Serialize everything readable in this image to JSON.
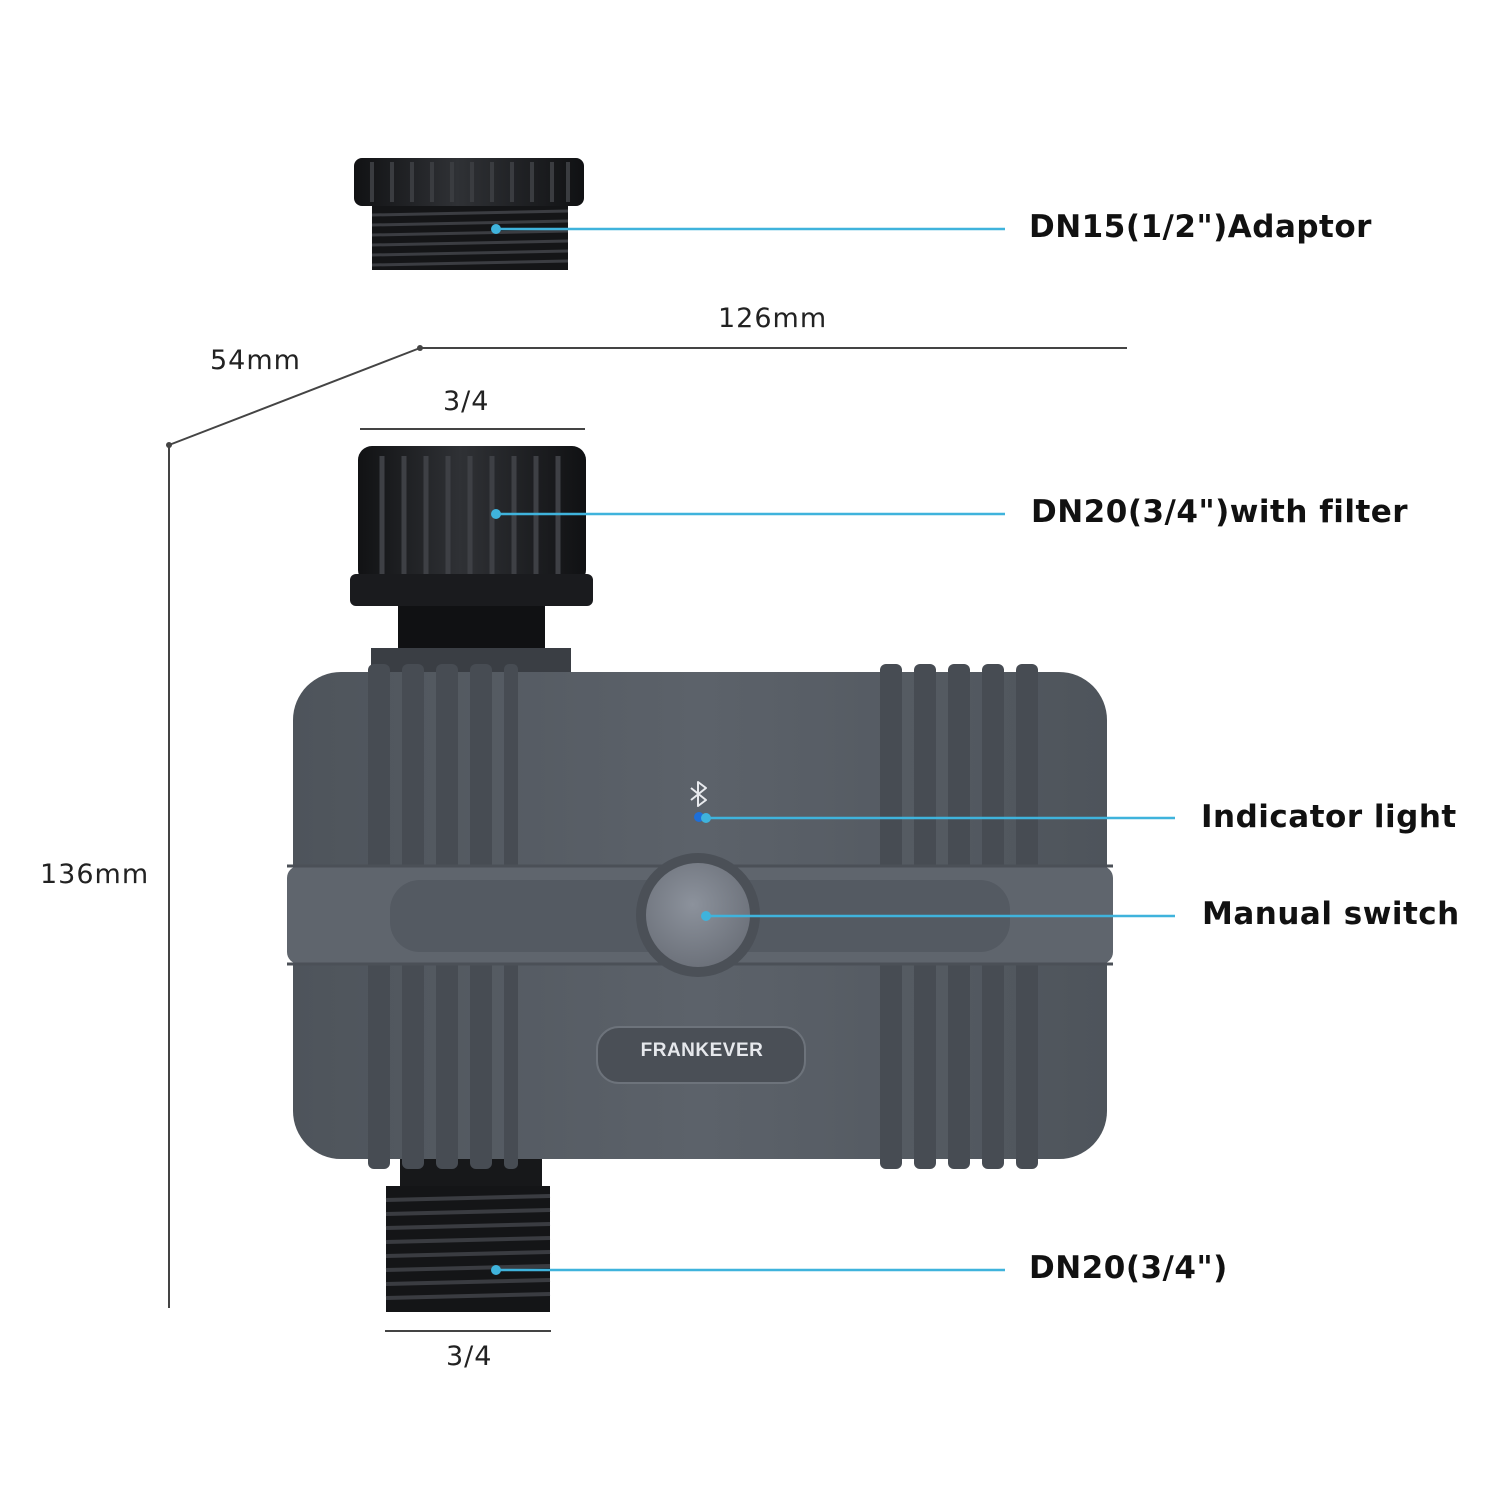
{
  "callouts": {
    "adaptor": "DN15(1/2\")Adaptor",
    "inlet": "DN20(3/4\")with filter",
    "indicator": "Indicator light",
    "switch": "Manual switch",
    "outlet": "DN20(3/4\")"
  },
  "dimensions": {
    "width": "126mm",
    "depth": "54mm",
    "height": "136mm",
    "inlet_thread": "3/4",
    "outlet_thread": "3/4"
  },
  "device": {
    "brand": "FRANKEVER",
    "icon": "bluetooth-icon"
  },
  "colors": {
    "leader_line": "#3fb3dc",
    "body": "#585e66",
    "connector": "#1c1d1f"
  }
}
